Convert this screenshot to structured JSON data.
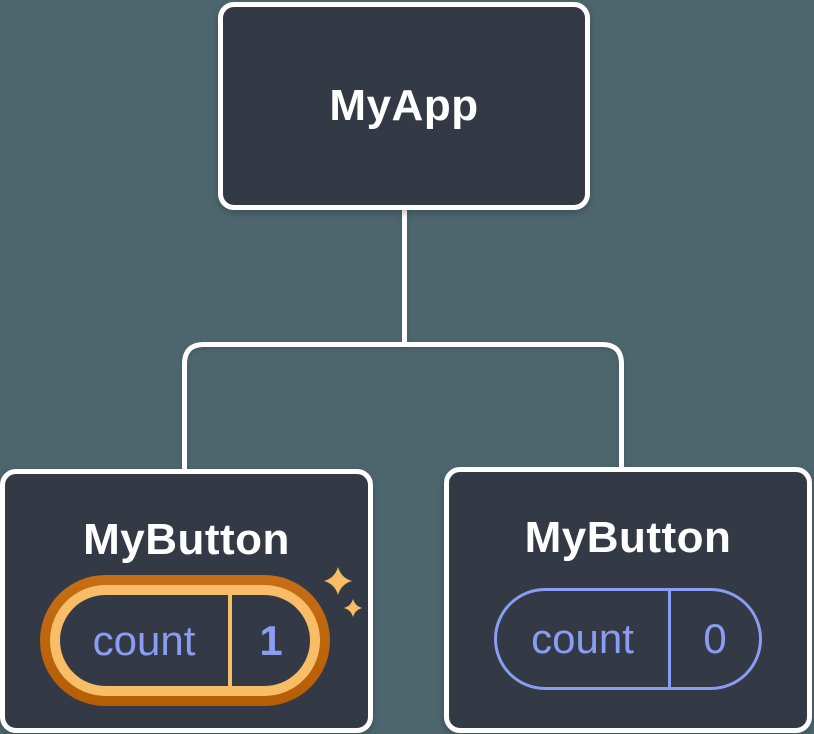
{
  "diagram": {
    "root": {
      "label": "MyApp"
    },
    "children": [
      {
        "label": "MyButton",
        "state": {
          "name": "count",
          "value": "1"
        },
        "highlighted": true
      },
      {
        "label": "MyButton",
        "state": {
          "name": "count",
          "value": "0"
        },
        "highlighted": false
      }
    ]
  },
  "icons": {
    "sparkles": "sparkles-icon"
  },
  "colors": {
    "bg": "#4D666D",
    "node-bg": "#333A46",
    "node-border": "#FFFFFF",
    "connector": "#FFFFFF",
    "title": "#FFFFFF",
    "state-accent": "#8B9DF2",
    "highlight-outer": "#C56E16",
    "highlight-outer-dark": "#B55E06",
    "highlight-inner": "#F9BD68",
    "sparkle": "#F6BD66"
  }
}
